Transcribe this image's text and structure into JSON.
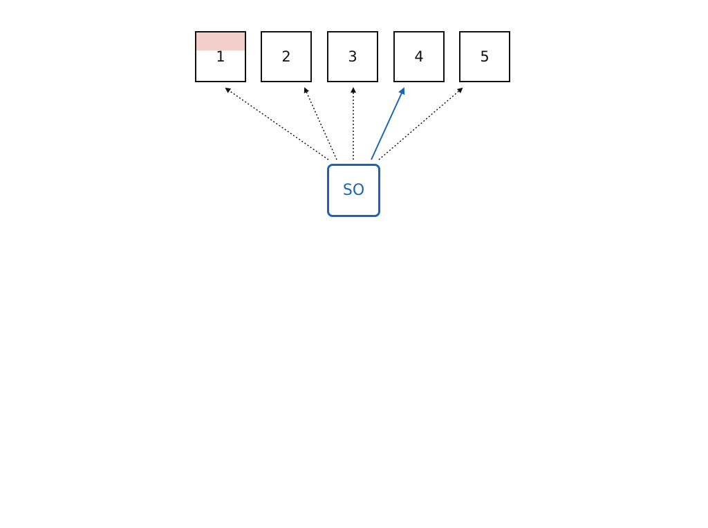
{
  "boxes": [
    {
      "label": "1",
      "highlighted": true
    },
    {
      "label": "2",
      "highlighted": false
    },
    {
      "label": "3",
      "highlighted": false
    },
    {
      "label": "4",
      "highlighted": false
    },
    {
      "label": "5",
      "highlighted": false
    }
  ],
  "source": {
    "label": "SO"
  },
  "arrows": [
    {
      "from": "SO",
      "to": "1",
      "style": "dotted",
      "color": "#111111"
    },
    {
      "from": "SO",
      "to": "2",
      "style": "dotted",
      "color": "#111111"
    },
    {
      "from": "SO",
      "to": "3",
      "style": "dotted",
      "color": "#111111"
    },
    {
      "from": "SO",
      "to": "4",
      "style": "solid",
      "color": "#1a63b8"
    },
    {
      "from": "SO",
      "to": "5",
      "style": "dotted",
      "color": "#111111"
    }
  ],
  "colors": {
    "accent": "#1a63b8",
    "highlight": "#f2cfcb",
    "stroke": "#111111"
  }
}
